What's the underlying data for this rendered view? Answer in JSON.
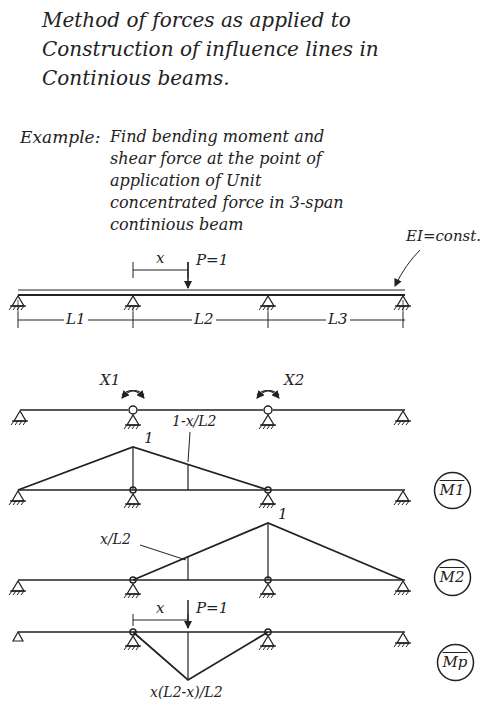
{
  "diagram": {
    "title": "Method of forces as applied to Construction of influence lines in Continious beams.",
    "nodes": [
      {
        "text": [
          "M1"
        ]
      },
      {
        "text": [
          "M2"
        ]
      },
      {
        "text": [
          "Mp"
        ]
      }
    ],
    "labels": [
      "Example:",
      "Find bending moment and shear force at the point of application of Unit concentrated force in 3-span continious beam",
      "x",
      "P=1",
      "EI=const.",
      "L1",
      "L2",
      "L3",
      "X1",
      "X2",
      "1",
      "1-x/L2",
      "x/L2",
      "1",
      "x",
      "P=1",
      "x(L2-x)/L2"
    ]
  }
}
